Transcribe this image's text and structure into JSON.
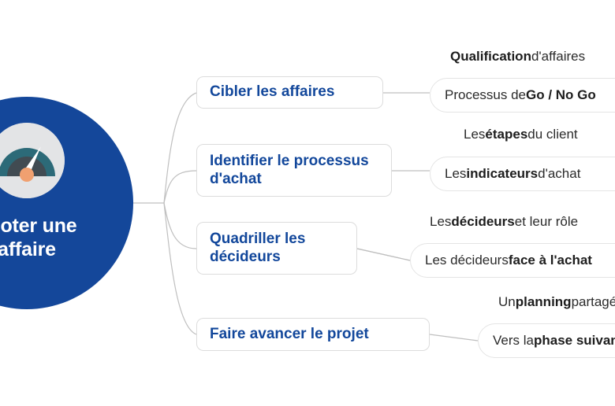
{
  "diagram": {
    "type": "mind-map",
    "title": "Piloter une affaire",
    "center": {
      "label_line1": "Piloter une",
      "label_line2": "affaire",
      "icon": "gauge-icon",
      "background_color": "#14479A",
      "text_color": "#FFFFFF"
    },
    "colors": {
      "accent_blue": "#12479B",
      "node_border": "#DCDCDC",
      "leaf_border": "#E4E4E4",
      "connector": "#BFBFBF",
      "leaf_text": "#2B2B2B",
      "gauge_ring": "#E3E4E6",
      "gauge_arc_outer": "#2C6A78",
      "gauge_arc_inner": "#414B52",
      "gauge_hub": "#F0A070",
      "gauge_needle": "#FFFFFF"
    },
    "branches": [
      {
        "label": "Cibler les affaires",
        "leaves": [
          {
            "prefix": "",
            "bold": "Qualification",
            "suffix": " d'affaires",
            "style": "plain"
          },
          {
            "prefix": "Processus de ",
            "bold": "Go / No Go",
            "suffix": "",
            "style": "pill"
          }
        ]
      },
      {
        "label": "Identifier le processus d'achat",
        "leaves": [
          {
            "prefix": "Les ",
            "bold": "étapes",
            "suffix": " du client",
            "style": "plain"
          },
          {
            "prefix": "Les ",
            "bold": "indicateurs",
            "suffix": " d'achat",
            "style": "pill"
          }
        ]
      },
      {
        "label": "Quadriller les décideurs",
        "leaves": [
          {
            "prefix": "Les ",
            "bold": "décideurs",
            "suffix": " et leur rôle",
            "style": "plain"
          },
          {
            "prefix": "Les décideurs ",
            "bold": "face à l'achat",
            "suffix": "",
            "style": "pill"
          }
        ]
      },
      {
        "label": "Faire avancer le projet",
        "leaves": [
          {
            "prefix": "Un ",
            "bold": "planning",
            "suffix": " partagé",
            "style": "plain"
          },
          {
            "prefix": "Vers la ",
            "bold": "phase suivante",
            "suffix": "",
            "style": "pill"
          }
        ]
      }
    ]
  }
}
